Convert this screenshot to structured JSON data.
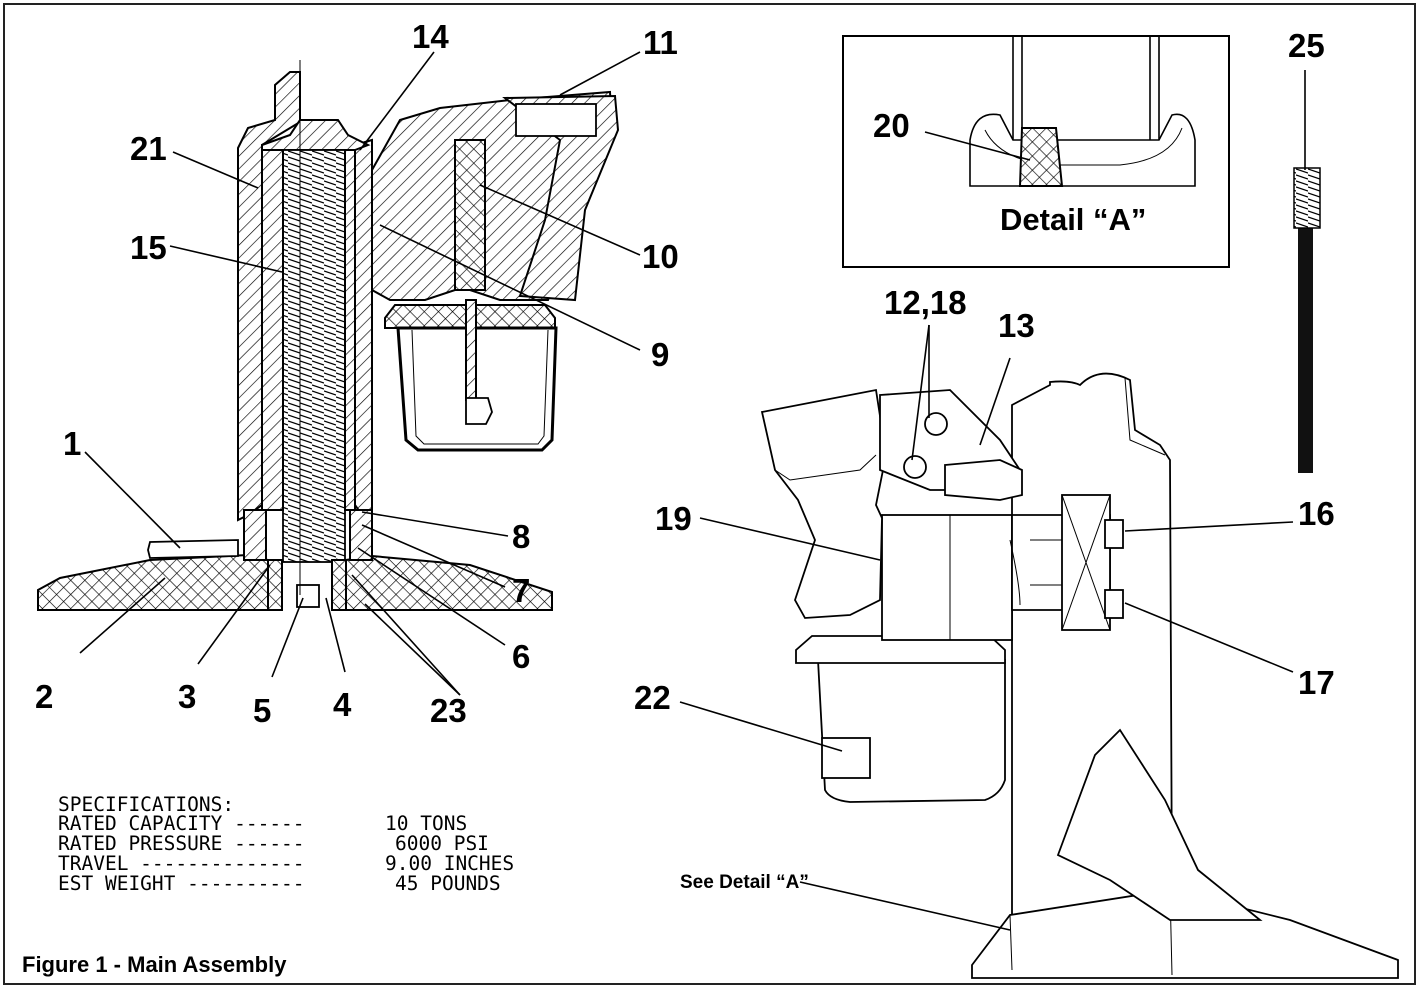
{
  "figure": {
    "caption": "Figure 1 - Main Assembly",
    "detail_title": "Detail “A”",
    "see_detail": "See Detail “A”"
  },
  "callouts": [
    {
      "id": "c1",
      "text": "1"
    },
    {
      "id": "c2",
      "text": "2"
    },
    {
      "id": "c3",
      "text": "3"
    },
    {
      "id": "c4",
      "text": "4"
    },
    {
      "id": "c5",
      "text": "5"
    },
    {
      "id": "c6",
      "text": "6"
    },
    {
      "id": "c7",
      "text": "7"
    },
    {
      "id": "c8",
      "text": "8"
    },
    {
      "id": "c9",
      "text": "9"
    },
    {
      "id": "c10",
      "text": "10"
    },
    {
      "id": "c11",
      "text": "11"
    },
    {
      "id": "c12_18",
      "text": "12,18"
    },
    {
      "id": "c13",
      "text": "13"
    },
    {
      "id": "c14",
      "text": "14"
    },
    {
      "id": "c15",
      "text": "15"
    },
    {
      "id": "c16",
      "text": "16"
    },
    {
      "id": "c17",
      "text": "17"
    },
    {
      "id": "c19",
      "text": "19"
    },
    {
      "id": "c20",
      "text": "20"
    },
    {
      "id": "c21",
      "text": "21"
    },
    {
      "id": "c22",
      "text": "22"
    },
    {
      "id": "c23",
      "text": "23"
    },
    {
      "id": "c25",
      "text": "25"
    }
  ],
  "specifications": {
    "heading": "SPECIFICATIONS:",
    "rows": [
      {
        "label": "RATED CAPACITY ------",
        "value": "10 TONS"
      },
      {
        "label": "RATED PRESSURE ------",
        "value": "6000 PSI"
      },
      {
        "label": "TRAVEL --------------",
        "value": "9.00 INCHES"
      },
      {
        "label": "EST WEIGHT ----------",
        "value": "45 POUNDS"
      }
    ]
  }
}
